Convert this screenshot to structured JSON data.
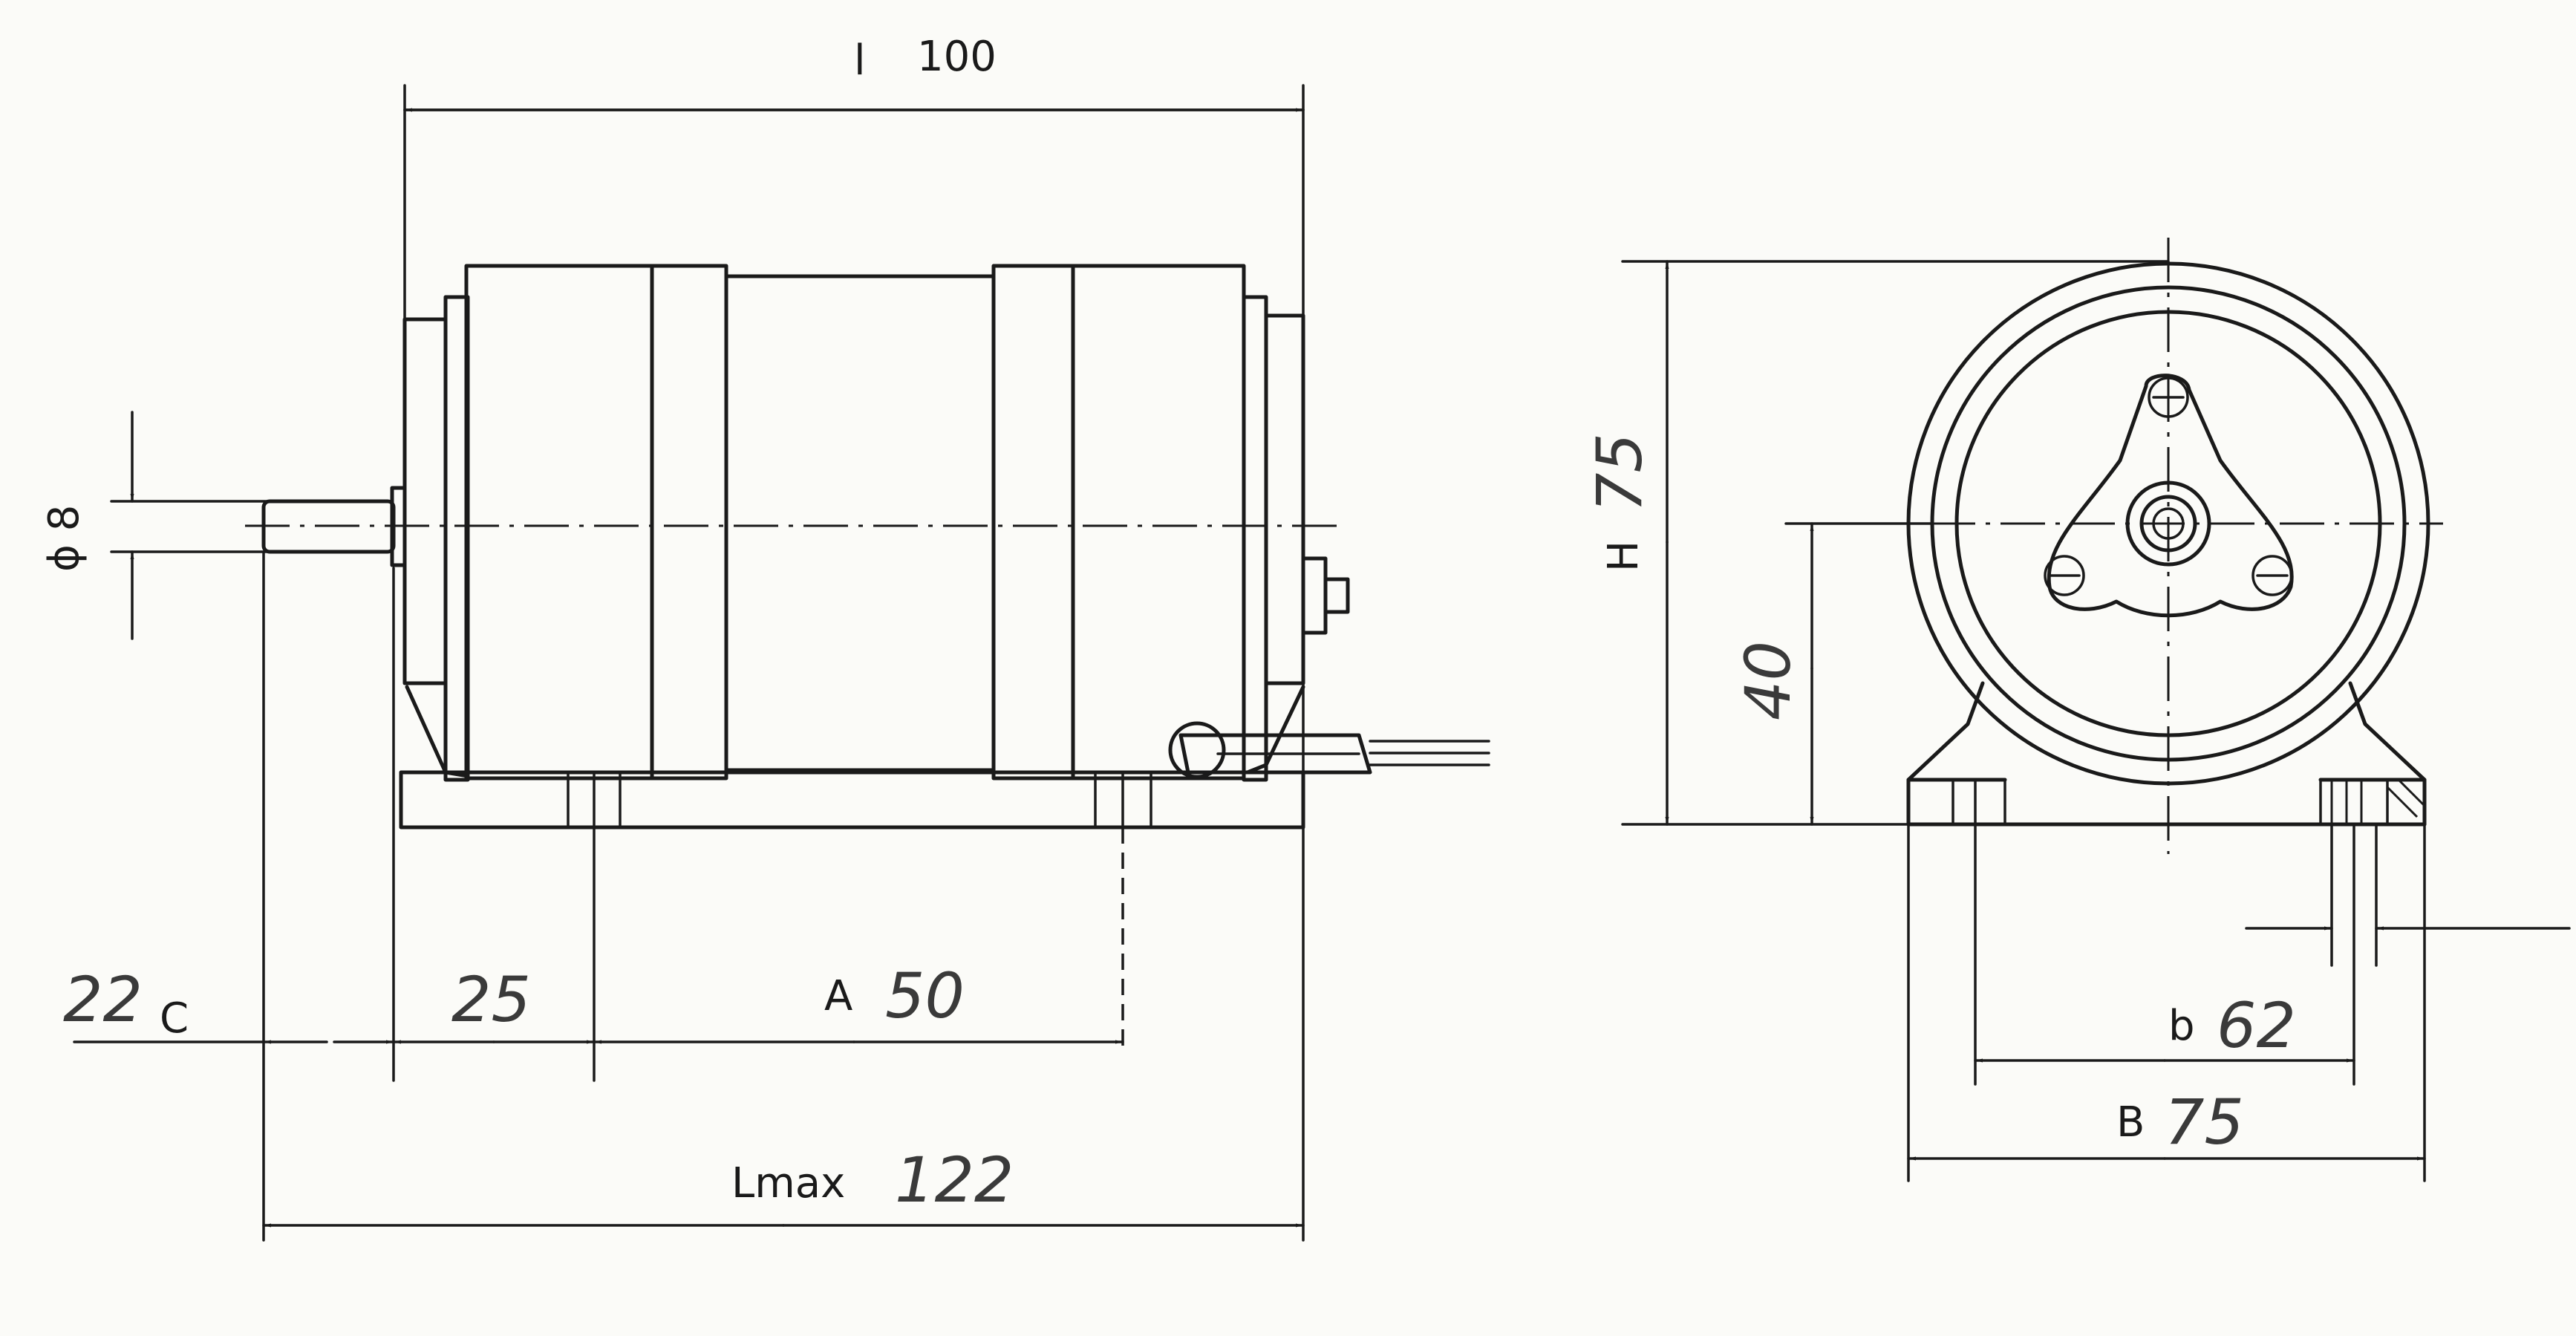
{
  "dimensions": {
    "length": {
      "symbol": "l",
      "value": "100"
    },
    "shaft_diameter": {
      "symbol": "ϕ 8"
    },
    "shaft_extension": {
      "symbol": "C",
      "value": "22"
    },
    "front_to_hole": {
      "value": "25"
    },
    "hole_spacing_A": {
      "symbol": "A",
      "value": "50"
    },
    "overall_length": {
      "symbol": "Lmax",
      "value": "122"
    },
    "height_H": {
      "symbol": "H",
      "value": "75"
    },
    "shaft_height": {
      "value": "40"
    },
    "hole_spacing_b": {
      "symbol": "b",
      "value": "62"
    },
    "base_width_B": {
      "symbol": "B",
      "value": "75"
    }
  }
}
